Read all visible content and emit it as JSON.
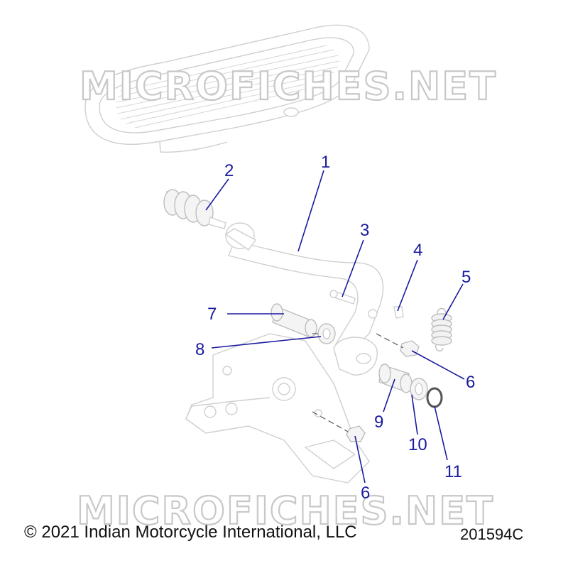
{
  "watermark": {
    "text": "MICROFICHES.NET"
  },
  "callouts": [
    "1",
    "2",
    "3",
    "4",
    "5",
    "6",
    "7",
    "8",
    "6",
    "9",
    "10",
    "11"
  ],
  "footer": {
    "copyright": "© 2021 Indian Motorcycle International, LLC",
    "code": "201594C"
  },
  "colors": {
    "callout": "#1a1aa0",
    "line_art": "#cfcfcf",
    "watermark_stroke": "#c8c8c8"
  }
}
